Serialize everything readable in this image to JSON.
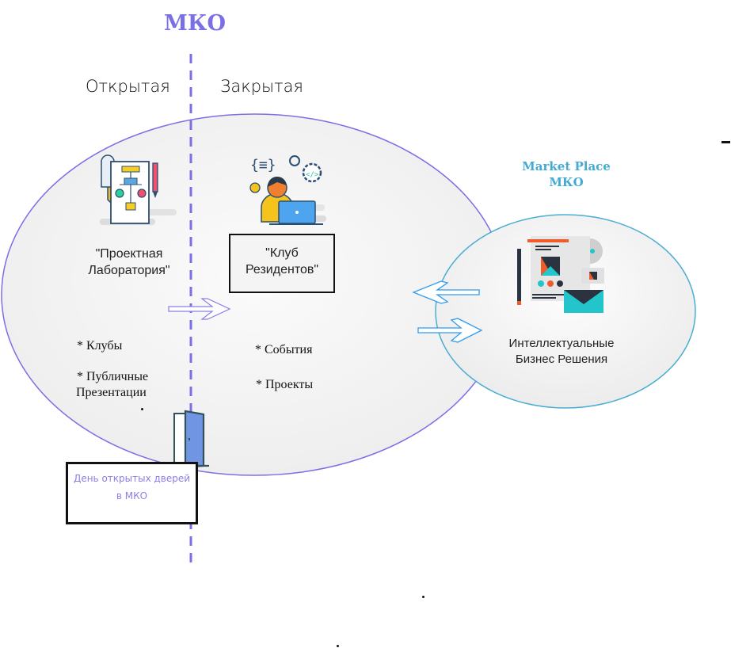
{
  "title": "МКО",
  "zones": {
    "open_label": "Открытая",
    "closed_label": "Закрытая"
  },
  "nodes": {
    "project_lab": {
      "line1": "\"Проектная",
      "line2": "Лаборатория\"",
      "icon": "flowchart-blueprint-icon"
    },
    "resident_club": {
      "line1": "\"Клуб",
      "line2": "Резидентов\"",
      "icon": "developer-at-laptop-icon"
    },
    "marketplace": {
      "title_line1": "Market Place",
      "title_line2": "МКО",
      "line1": "Интеллектуальные",
      "line2": "Бизнес Решения",
      "icon": "design-documents-icon"
    },
    "open_day": {
      "line1": "День открытых дверей",
      "line2": "в МКО",
      "icon": "open-door-icon"
    }
  },
  "open_list": [
    "* Клубы",
    "* Публичные",
    "Презентации"
  ],
  "closed_list": [
    "* События",
    "* Проекты"
  ],
  "colors": {
    "accent_purple": "#7b6fe6",
    "marketplace_blue": "#43aad3",
    "arrow_blue": "#2f9bf0",
    "ellipse_fill": "#f2f2f2"
  }
}
